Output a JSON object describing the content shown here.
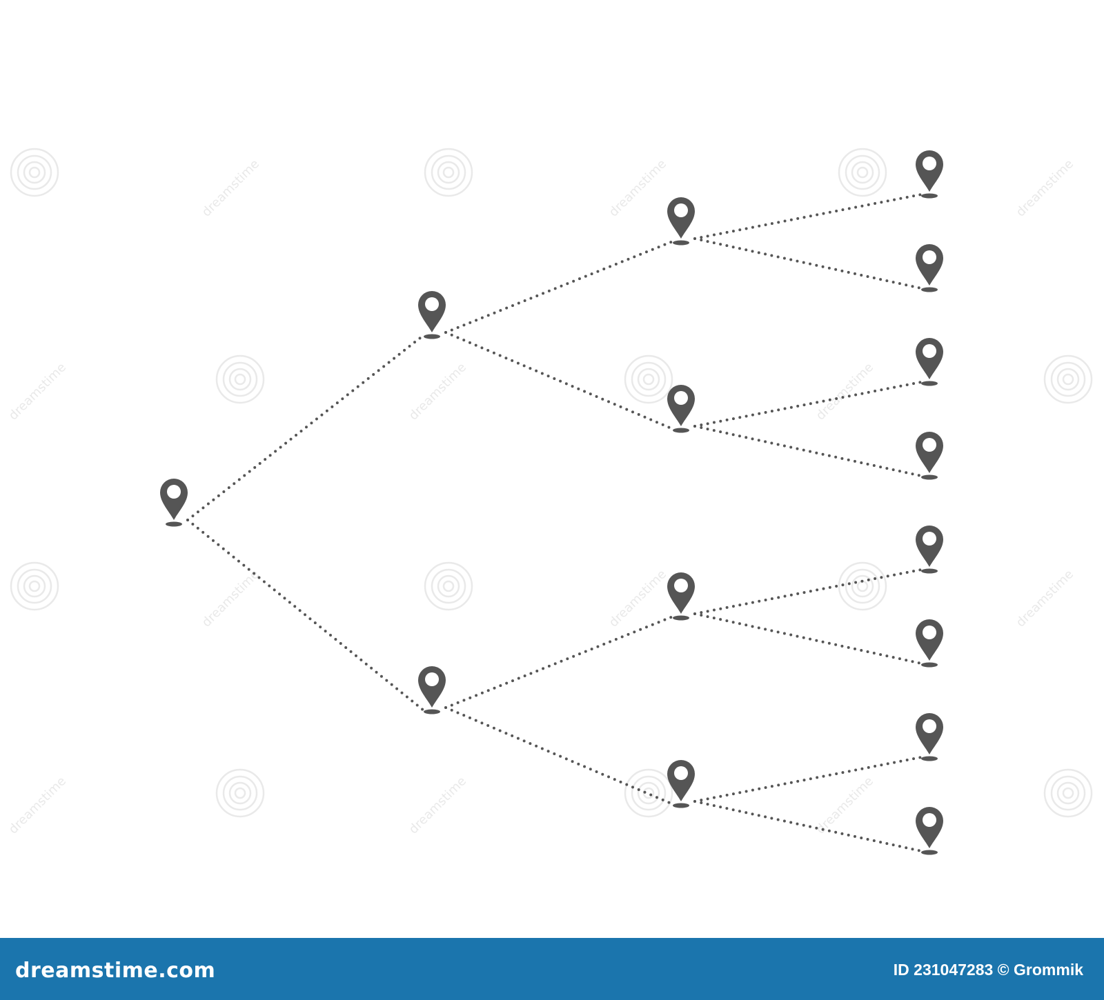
{
  "diagram": {
    "pin_color": "#555555",
    "connector_color": "#555555",
    "background": "#ffffff",
    "pin_icon": "map-pin-icon",
    "tree": {
      "levels": 4,
      "branching": 2,
      "leaves": 8
    }
  },
  "watermark": {
    "text": "dreamstime",
    "icon": "spiral-icon",
    "color": "#e9e9e9"
  },
  "footer": {
    "brand": "dreamstime.com",
    "credit": "ID 231047283 © Grommik",
    "background": "#1b75ad"
  }
}
